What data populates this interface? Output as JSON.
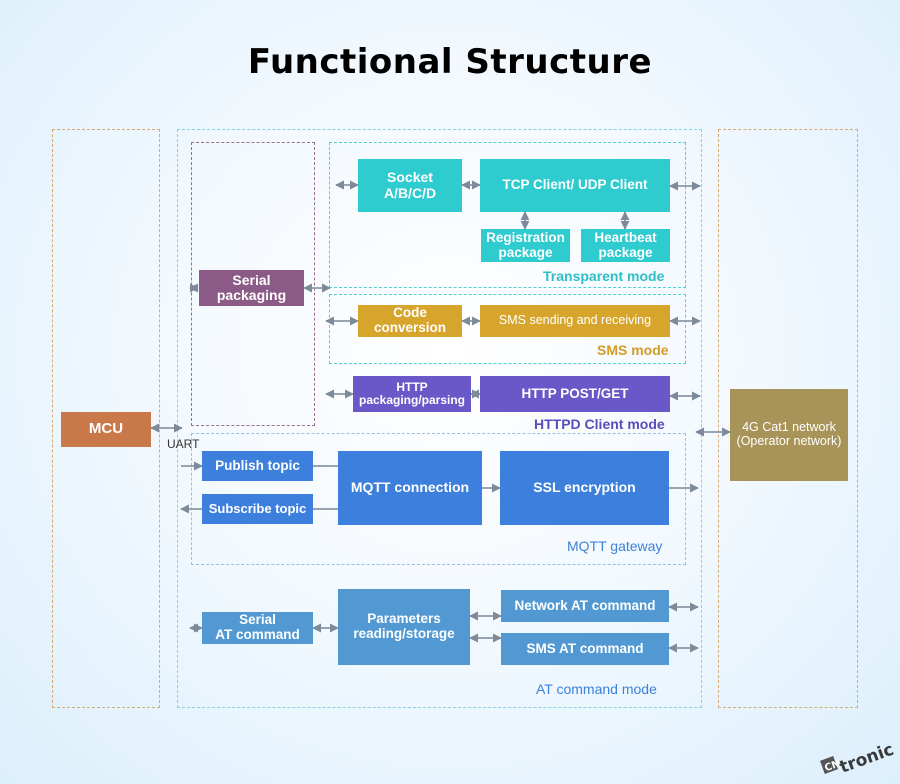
{
  "title": "Functional Structure",
  "mcu": "MCU",
  "uart": "UART",
  "network": {
    "line1": "4G Cat1 network",
    "line2": "(Operator network)"
  },
  "serial_packaging": {
    "line1": "Serial",
    "line2": "packaging"
  },
  "transparent": {
    "socket": {
      "line1": "Socket",
      "line2": "A/B/C/D"
    },
    "client": "TCP Client/ UDP Client",
    "registration": {
      "line1": "Registration",
      "line2": "package"
    },
    "heartbeat": {
      "line1": "Heartbeat",
      "line2": "package"
    },
    "label": "Transparent mode"
  },
  "sms": {
    "code": {
      "line1": "Code",
      "line2": "conversion"
    },
    "sending": "SMS sending and receiving",
    "label": "SMS mode"
  },
  "httpd": {
    "packaging": {
      "line1": "HTTP",
      "line2": "packaging/parsing"
    },
    "post_get": "HTTP POST/GET",
    "label": "HTTPD Client mode"
  },
  "mqtt": {
    "publish": "Publish topic",
    "subscribe": "Subscribe topic",
    "connection": "MQTT connection",
    "ssl": "SSL encryption",
    "label": "MQTT gateway"
  },
  "at": {
    "serial": {
      "line1": "Serial",
      "line2": "AT command"
    },
    "params": {
      "line1": "Parameters",
      "line2": "reading/storage"
    },
    "network_cmd": "Network AT command",
    "sms_cmd": "SMS AT command",
    "label": "AT command mode"
  },
  "logo": "CNtronic",
  "colors": {
    "teal": "#2ecbcf",
    "purple": "#8b5a86",
    "orange": "#d8a52c",
    "indigo": "#6a58c8",
    "blue": "#3c7fdc",
    "steel": "#5299d3",
    "mcu": "#c9784a",
    "network": "#a89458",
    "frame_outer": "#d6ab76",
    "frame_inner": "#7fd6dc"
  }
}
